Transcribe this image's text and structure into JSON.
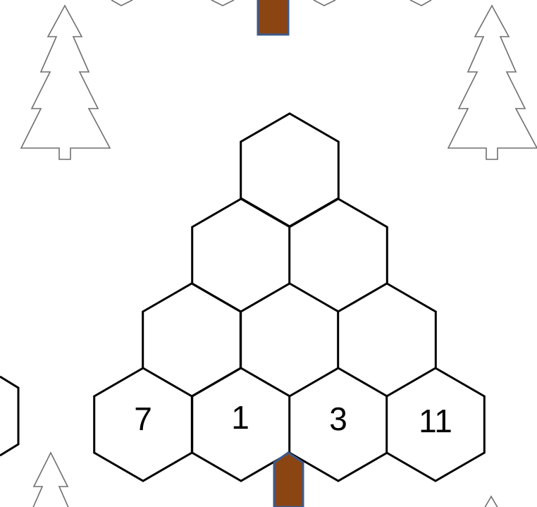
{
  "puzzle": {
    "bottom_row_numbers": [
      "7",
      "1",
      "3",
      "11"
    ],
    "row2_numbers": [
      "",
      "",
      ""
    ],
    "row3_numbers": [
      "",
      ""
    ],
    "top_number": ""
  },
  "colors": {
    "trunk": "#8b4513",
    "trunk_border": "#3d5a8a",
    "hex_stroke": "#000000",
    "decor_tree_stroke": "#6f6f6f"
  },
  "decorations": {
    "icons": [
      "pine-tree-outline-icon",
      "tree-trunk-icon",
      "hexagon-cell"
    ]
  }
}
